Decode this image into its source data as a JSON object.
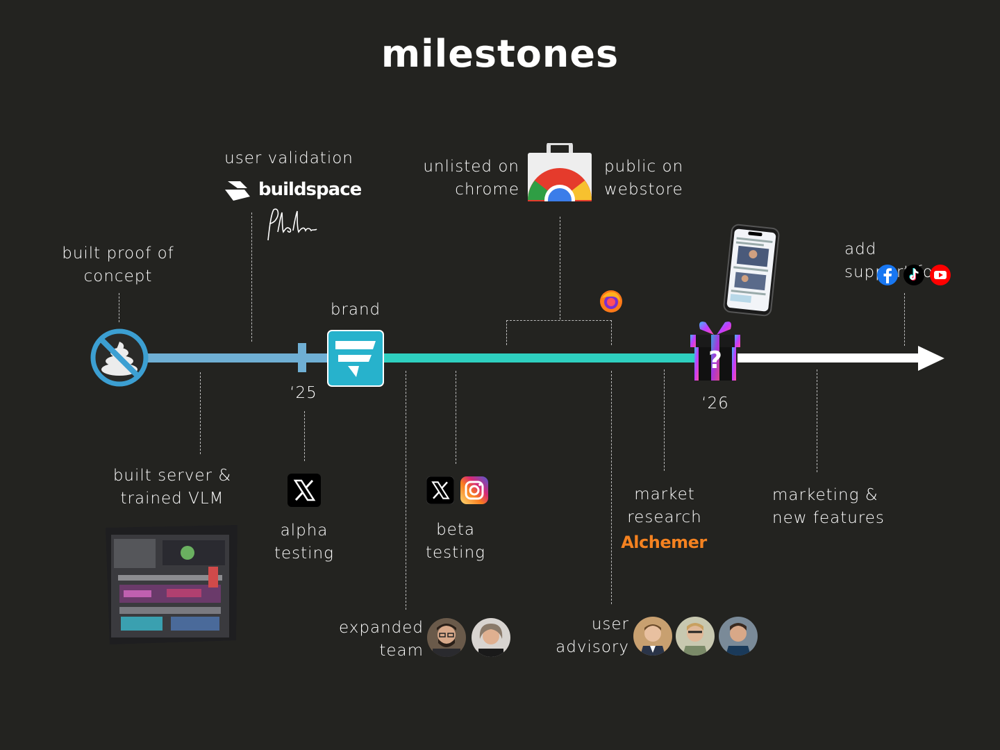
{
  "title": "milestones",
  "milestones": {
    "proof_of_concept": "built proof of concept",
    "user_validation": "user validation",
    "buildspace": "buildspace",
    "pleblab": "PlebLab",
    "server_vlm": "built server & trained VLM",
    "year_25": "‘25",
    "alpha_testing": "alpha testing",
    "brand": "brand",
    "unlisted": "unlisted on chrome",
    "public": "public on webstore",
    "expanded_team": "expanded team",
    "beta_testing": "beta testing",
    "user_advisory": "user advisory",
    "market_research": "market research",
    "alchemer": "Alchemer",
    "year_26": "‘26",
    "add_support": "add support for",
    "marketing": "marketing & new features"
  },
  "colors": {
    "background": "#232320",
    "phase_1": "#6fafd4",
    "phase_2": "#2ed0c0",
    "future": "#ffffff",
    "alchemer": "#f58220"
  },
  "icons": [
    "no-poop-icon",
    "buildspace-logo",
    "pleblab-signature",
    "server-photo",
    "x-logo",
    "brand-logo",
    "chrome-webstore-icon",
    "instagram-logo",
    "firefox-icon",
    "mystery-gift-icon",
    "phone-screenshot",
    "facebook-logo",
    "tiktok-logo",
    "youtube-logo",
    "avatar"
  ]
}
